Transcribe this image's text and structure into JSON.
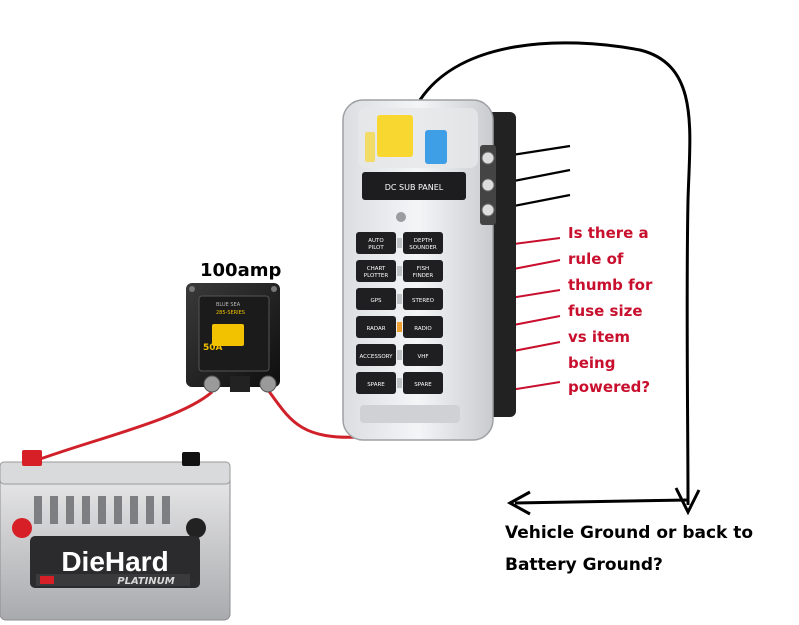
{
  "breaker": {
    "label": "100amp",
    "face_brand": "BLUE SEA",
    "face_model": "285-SERIES",
    "rating": "50A"
  },
  "battery": {
    "brand": "DieHard",
    "line": "PLATINUM"
  },
  "fuse_panel": {
    "title": "DC SUB PANEL",
    "circuits": [
      "AUTO PILOT",
      "DEPTH SOUNDER",
      "CHART PLOTTER",
      "FISH FINDER",
      "GPS",
      "STEREO",
      "RADAR",
      "RADIO",
      "ACCESSORY",
      "VHF",
      "SPARE",
      "SPARE"
    ]
  },
  "question_lines": [
    "Is there a",
    "rule of",
    "thumb for",
    "fuse size",
    "vs item",
    "being",
    "powered?"
  ],
  "ground_question": [
    "Vehicle Ground or back to",
    "Battery Ground?"
  ],
  "colors": {
    "question_text": "#c8102e",
    "positive_wire": "#d0202a",
    "ground_wire": "#000000",
    "breaker_yellow": "#f2c100",
    "battery_red": "#d61f26"
  }
}
